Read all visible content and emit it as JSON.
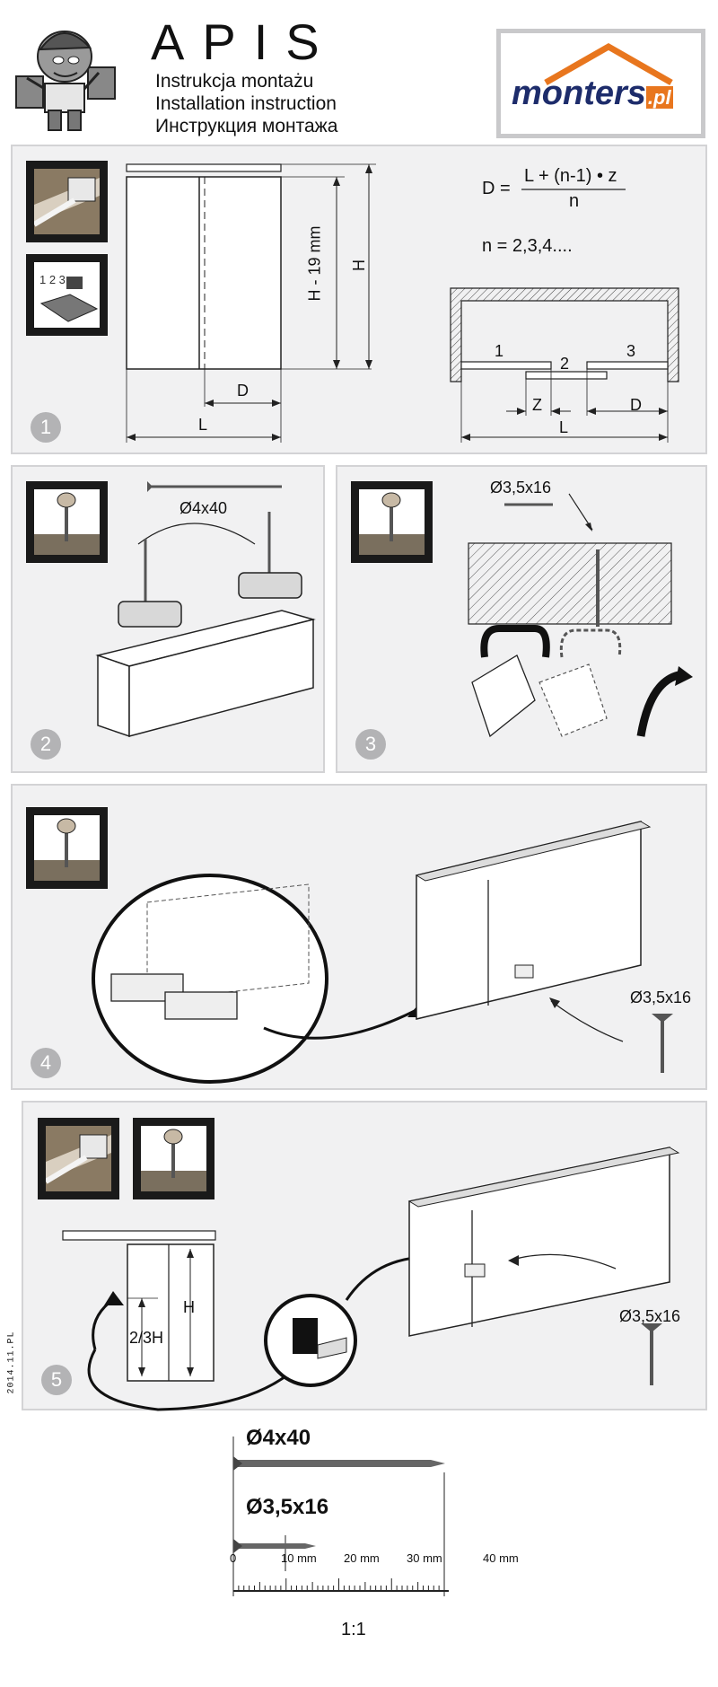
{
  "header": {
    "brand": "APIS",
    "lines": [
      "Instrukcja montażu",
      "Installation instruction",
      "Инструкция монтажа"
    ],
    "logo_main": "monters",
    "logo_suffix": ".pl"
  },
  "steps": {
    "s1": {
      "number": "1",
      "formula_lhs": "D =",
      "formula_num": "L + (n-1) • z",
      "formula_den": "n",
      "n_values": "n = 2,3,4....",
      "h_minus": "H - 19 mm",
      "h": "H",
      "d": "D",
      "l": "L",
      "panel1": "1",
      "panel2": "2",
      "panel3": "3",
      "z": "Z",
      "d2": "D",
      "l2": "L"
    },
    "s2": {
      "number": "2",
      "screw": "Ø4x40"
    },
    "s3": {
      "number": "3",
      "screw": "Ø3,5x16"
    },
    "s4": {
      "number": "4",
      "screw": "Ø3,5x16"
    },
    "s5": {
      "number": "5",
      "screw": "Ø3,5x16",
      "h": "H",
      "ratio": "2/3H"
    }
  },
  "side_code": "2014.11.PL",
  "scale": {
    "screw1": "Ø4x40",
    "screw2": "Ø3,5x16",
    "ticks": [
      "0",
      "10 mm",
      "20 mm",
      "30 mm",
      "40 mm"
    ],
    "ratio": "1:1"
  }
}
